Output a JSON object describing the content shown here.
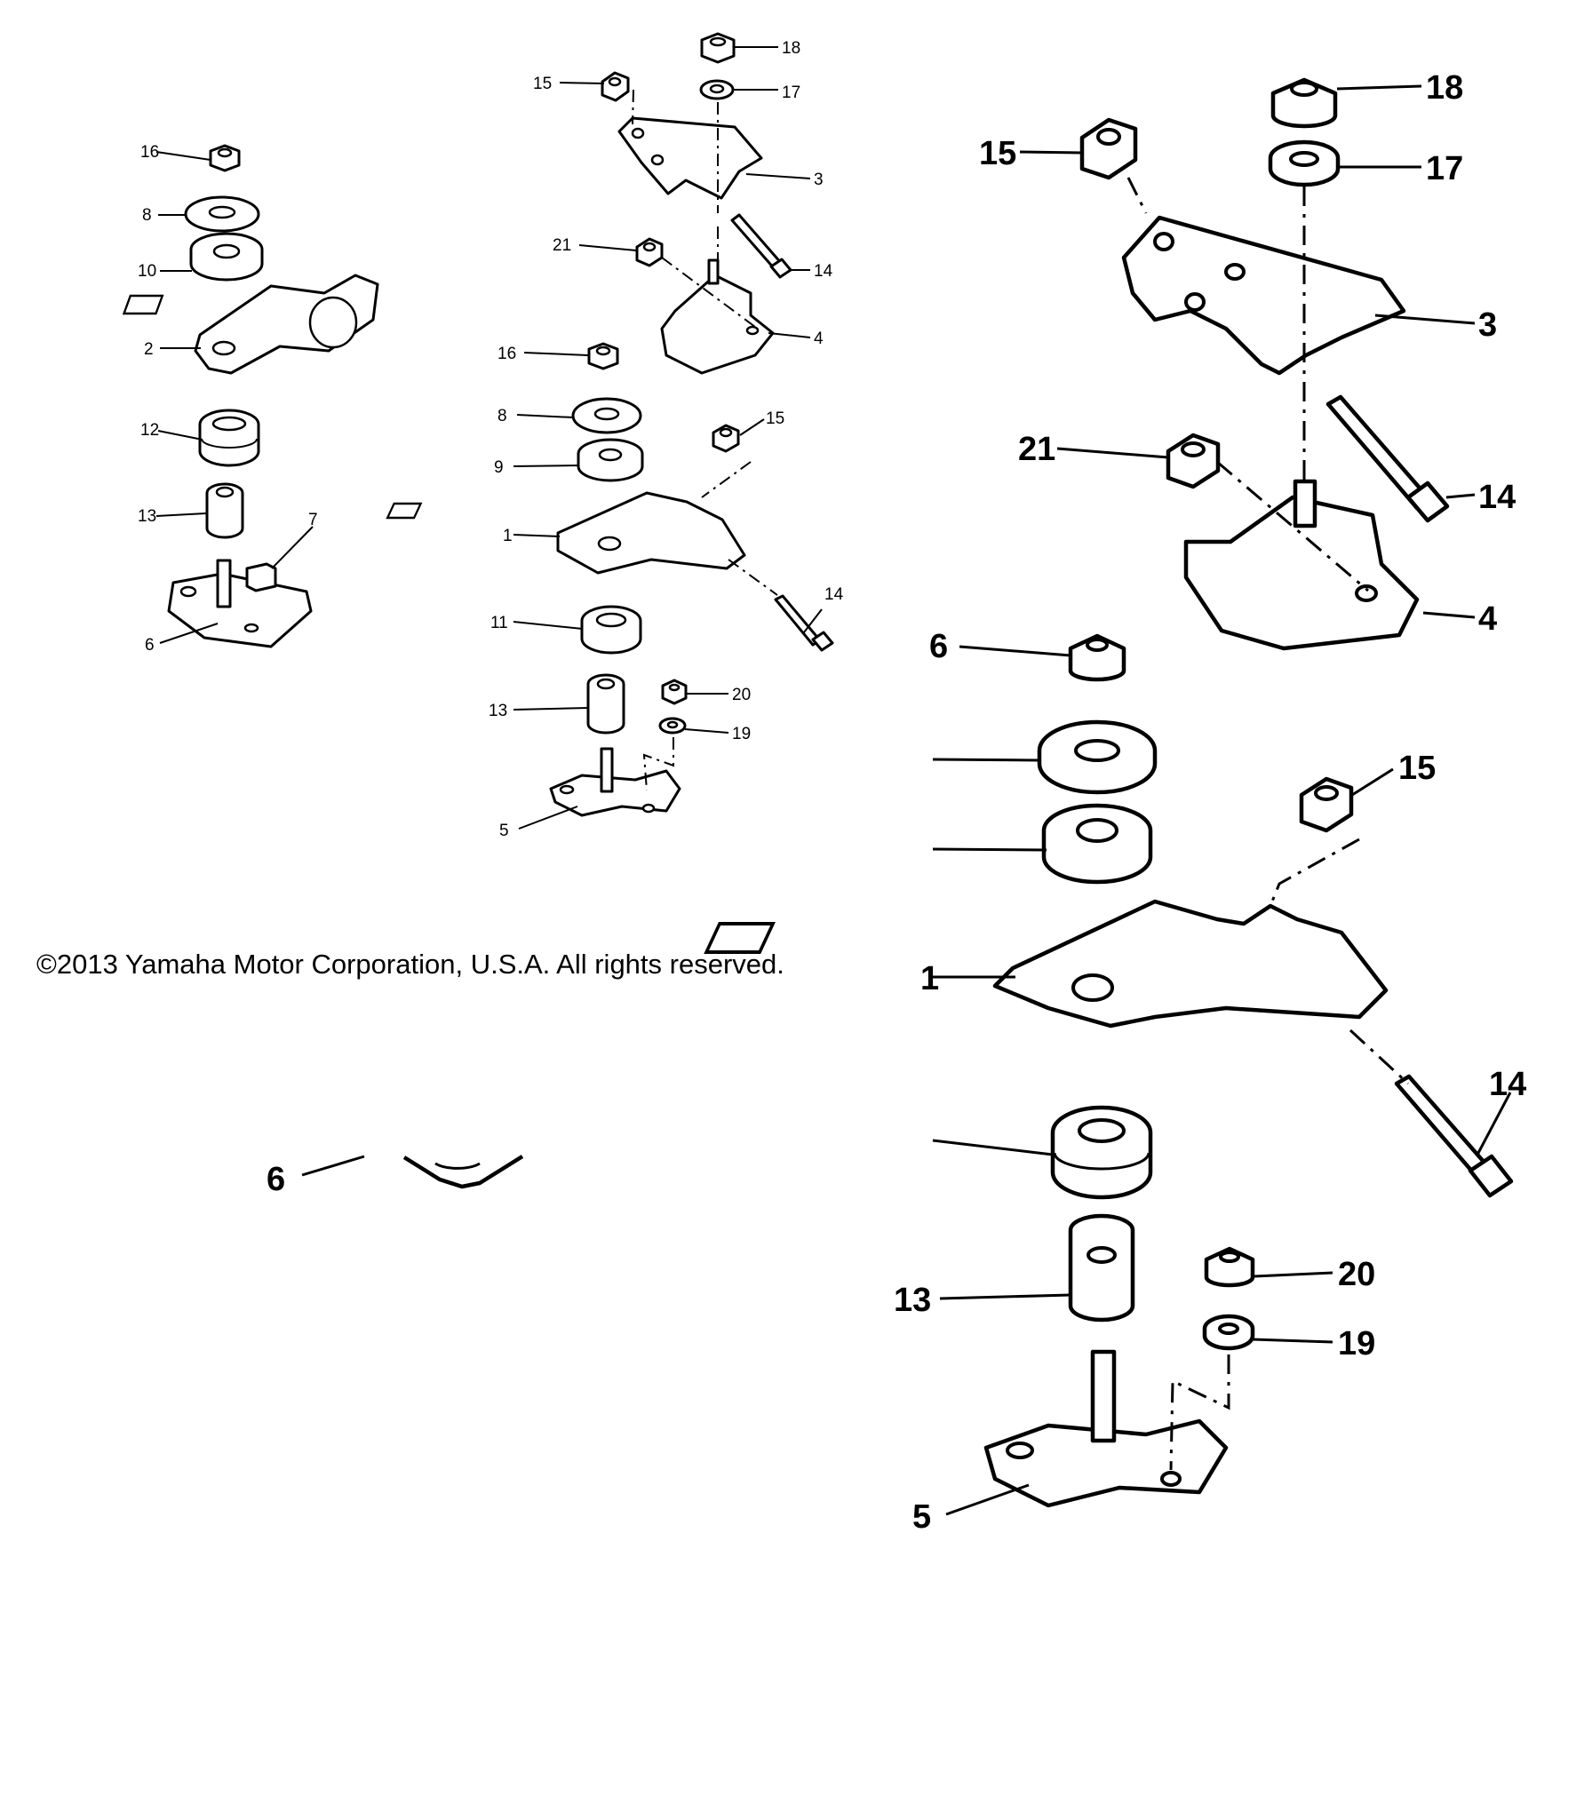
{
  "copyright": "©2013 Yamaha Motor Corporation, U.S.A. All rights reserved.",
  "left_group": {
    "labels": [
      "16",
      "8",
      "10",
      "2",
      "12",
      "13",
      "7",
      "6"
    ]
  },
  "middle_group": {
    "labels": [
      "18",
      "15",
      "17",
      "3",
      "21",
      "14",
      "4",
      "16",
      "8",
      "15",
      "9",
      "1",
      "14",
      "11",
      "20",
      "13",
      "19",
      "5"
    ]
  },
  "right_group": {
    "labels": [
      "18",
      "15",
      "17",
      "3",
      "21",
      "14",
      "4",
      "6",
      "15",
      "1",
      "14",
      "13",
      "20",
      "19",
      "5"
    ]
  },
  "fragment": {
    "labels": [
      "6"
    ]
  }
}
